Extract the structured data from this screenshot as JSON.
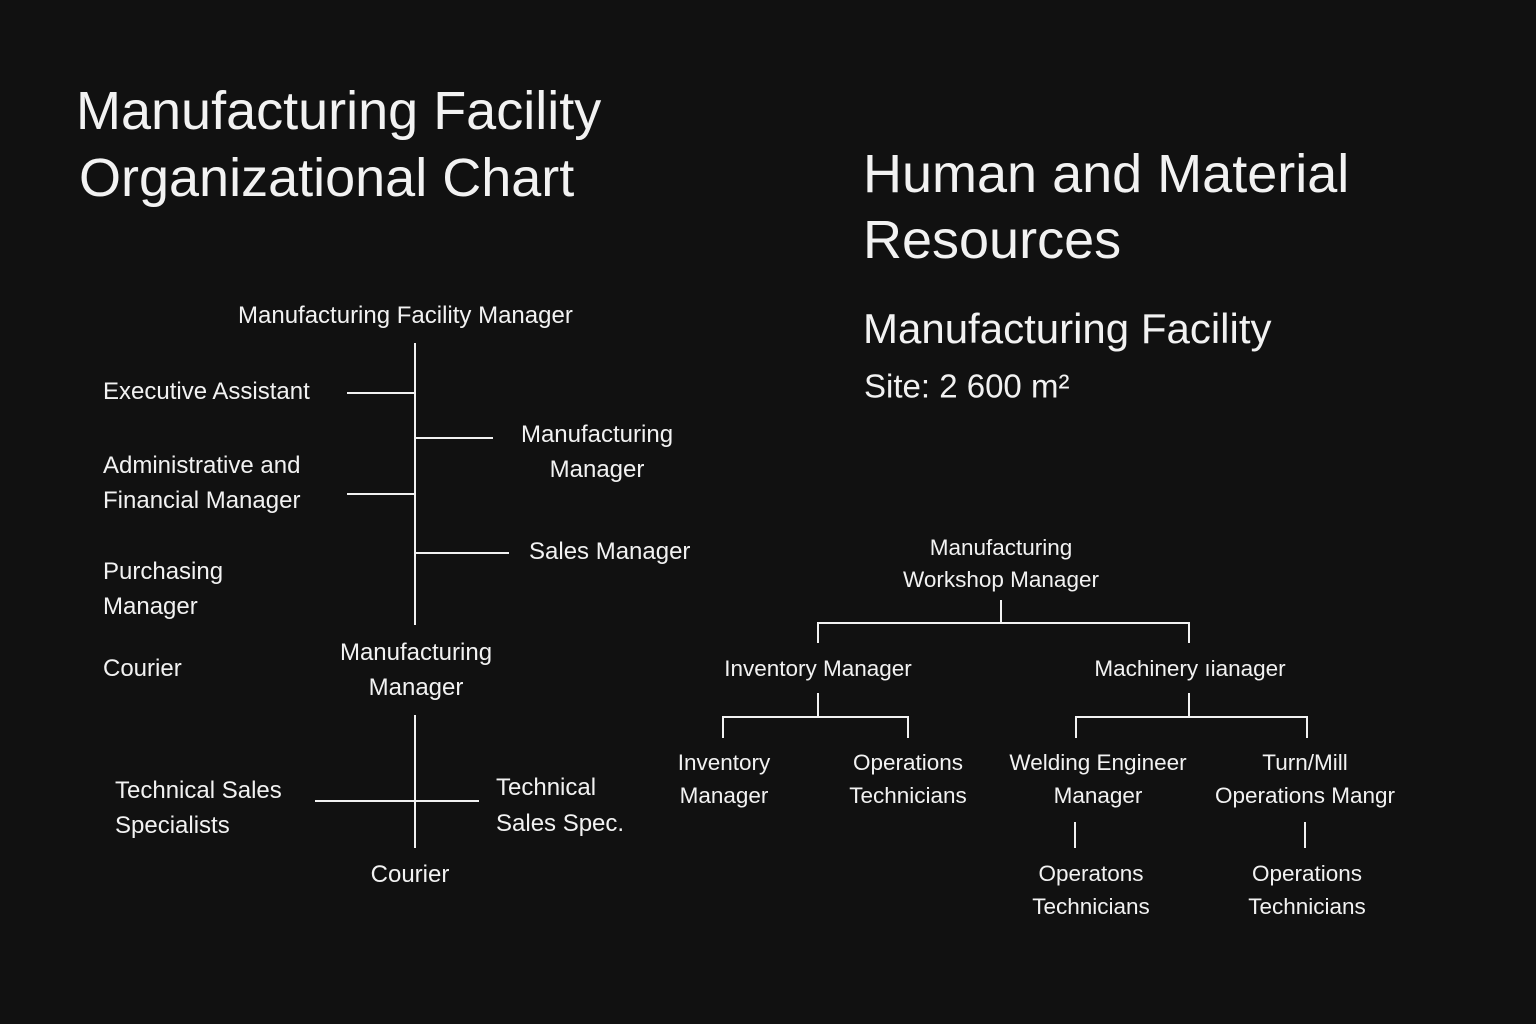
{
  "left": {
    "title": [
      "Manufacturing Facility",
      "Organizational Chart"
    ],
    "nodes": {
      "facility_manager": [
        "Manufacturing Facility Manager"
      ],
      "executive_assistant": [
        "Executive Assistant"
      ],
      "manufacturing_manager_right": [
        "Manufacturing",
        "Manager"
      ],
      "admin_financial_manager": [
        "Administrative and",
        "Financial Manager"
      ],
      "sales_manager": [
        "Sales Manager"
      ],
      "purchasing_manager": [
        "Purchasing",
        "Manager"
      ],
      "courier_left": [
        "Courier"
      ],
      "manufacturing_manager_center": [
        "Manufacturing",
        "Manager"
      ],
      "technical_sales_specialists": [
        "Technical Sales",
        "Specialists"
      ],
      "technical_sales_spec": [
        "Technical",
        "Sales Spec."
      ],
      "courier_bottom": [
        "Courier"
      ]
    }
  },
  "right": {
    "title": [
      "Human and Material",
      "Resources"
    ],
    "subtitle": "Manufacturing Facility",
    "site": "Site: 2 600 m²",
    "nodes": {
      "workshop_manager": [
        "Manufacturing",
        "Workshop Manager"
      ],
      "inventory_manager": [
        "Inventory Manager"
      ],
      "machinery_manager": [
        "Machinery ıianager"
      ],
      "inventory_manager_sub": [
        "Inventory",
        "Manager"
      ],
      "operations_technicians_a": [
        "Operations",
        "Technicians"
      ],
      "welding_engineer_manager": [
        "Welding Engineer",
        "Manager"
      ],
      "turn_mill_manager": [
        "Turn/Mill",
        "Operations Mangr"
      ],
      "operations_technicians_b": [
        "Operatons",
        "Technicians"
      ],
      "operations_technicians_c": [
        "Operations",
        "Technicians"
      ]
    }
  }
}
